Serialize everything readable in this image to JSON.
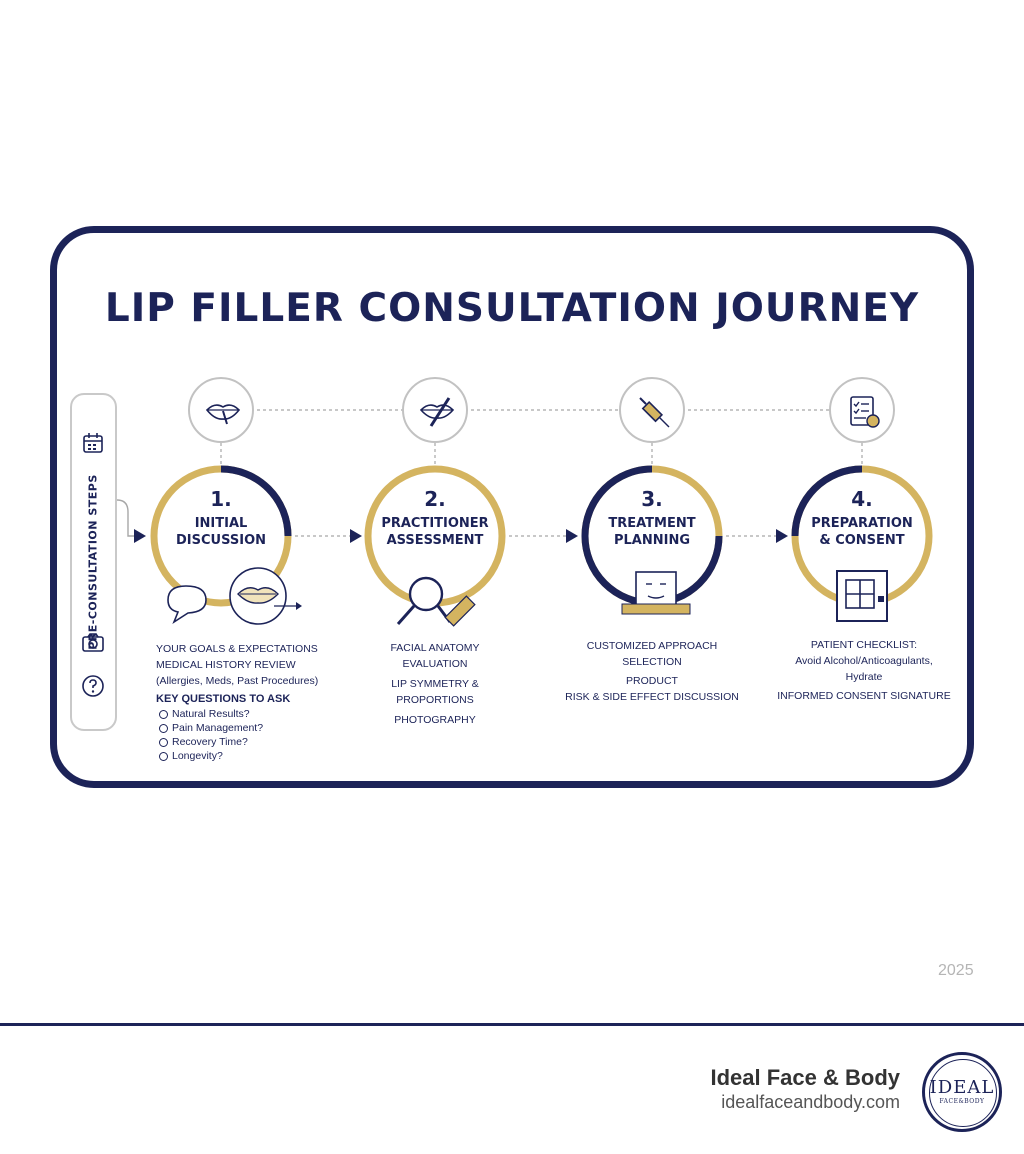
{
  "title": "LIP FILLER CONSULTATION JOURNEY",
  "sidebar": {
    "label": "PRE-CONSULTATION STEPS",
    "icons": [
      "calendar-icon",
      "camera-icon",
      "question-icon"
    ]
  },
  "steps": [
    {
      "number": "1.",
      "name_lines": [
        "INITIAL",
        "DISCUSSION"
      ],
      "icon": "lips-icon",
      "lines": [
        "YOUR GOALS & EXPECTATIONS",
        "MEDICAL HISTORY REVIEW",
        "(Allergies, Meds, Past Procedures)"
      ],
      "questions_heading": "KEY QUESTIONS TO ASK",
      "questions": [
        "Natural Results?",
        "Pain Management?",
        "Recovery Time?",
        "Longevity?"
      ]
    },
    {
      "number": "2.",
      "name_lines": [
        "PRACTITIONER",
        "ASSESSMENT"
      ],
      "icon": "lip-measure-icon",
      "lines": [
        "FACIAL ANATOMY",
        "EVALUATION",
        "LIP SYMMETRY &",
        "PROPORTIONS",
        "PHOTOGRAPHY"
      ]
    },
    {
      "number": "3.",
      "name_lines": [
        "TREATMENT",
        "PLANNING"
      ],
      "icon": "syringe-icon",
      "lines": [
        "CUSTOMIZED APPROACH",
        "SELECTION",
        "PRODUCT",
        "RISK & SIDE EFFECT DISCUSSION"
      ]
    },
    {
      "number": "4.",
      "name_lines": [
        "PREPARATION",
        "& CONSENT"
      ],
      "icon": "checklist-icon",
      "lines": [
        "PATIENT CHECKLIST:",
        "Avoid Alcohol/Anticoagulants,",
        "Hydrate",
        "INFORMED CONSENT SIGNATURE"
      ]
    }
  ],
  "year": "2025",
  "brand": {
    "name": "Ideal Face & Body",
    "url": "idealfaceandbody.com",
    "logo_word": "IDEAL",
    "logo_sub": "FACE&BODY"
  },
  "colors": {
    "navy": "#1c2358",
    "gold": "#d4b460",
    "gray": "#c2c2c2"
  }
}
